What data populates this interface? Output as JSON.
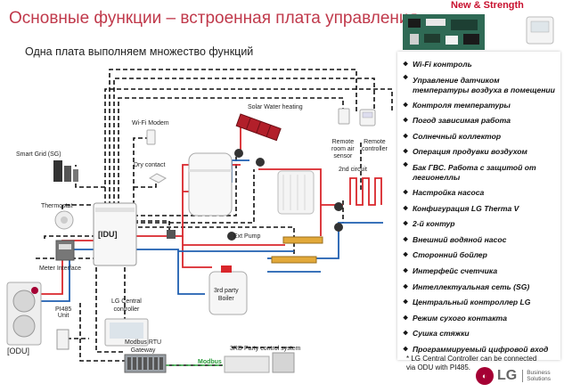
{
  "header": {
    "title": "Основные функции – встроенная плата управления",
    "subtitle": "Одна плата выполняем множество функций",
    "badge": "New & Strength"
  },
  "features": [
    "Wi-Fi контроль",
    "Управление датчиком температуры воздуха в помещении",
    "Контроля температуры",
    "Погод зависимая работа",
    "Солнечный коллектор",
    "Операция продувки воздухом",
    "Бак ГВС. Работа с защитой от легионеллы",
    "Настройка насоса",
    "Конфигурация LG Therma V",
    "2-й контур",
    "Внешний водяной насос",
    "Сторонний бойлер",
    "Интерфейс счетчика",
    "Интеллектуальная сеть (SG)",
    "Центральный контроллер LG",
    "Режим сухого контакта",
    "Сушка стяжки",
    "Программируемый цифровой вход"
  ],
  "note": "* LG Central Controller can be connected via ODU with PI485.",
  "brand": {
    "logo_text": "LG",
    "tagline_line1": "Business",
    "tagline_line2": "Solutions"
  },
  "diagram": {
    "idu": "[IDU]",
    "odu": "[ODU]",
    "wifi_modem": "Wi-Fi Modem",
    "dry_contact": "Dry contact",
    "smart_grid": "Smart Grid (SG)",
    "thermostat": "Thermostat",
    "meter_interface": "Meter Interface",
    "pi485_line1": "PI485",
    "pi485_line2": "Unit",
    "solar_water_heating": "Solar Water heating",
    "remote_room_line1": "Remote",
    "remote_room_line2": "room air",
    "remote_room_line3": "sensor",
    "remote_controller_line1": "Remote",
    "remote_controller_line2": "controller",
    "second_circuit": "2nd circuit",
    "ext_pump": "Ext Pump",
    "boiler_line1": "3rd party",
    "boiler_line2": "Boiler",
    "central_controller_line1": "LG Central",
    "central_controller_line2": "controller",
    "modbus_gateway_line1": "Modbus RTU",
    "modbus_gateway_line2": "Gateway",
    "modbus": "Modbus",
    "third_party_control": "3RD Party control system"
  },
  "colors": {
    "title": "#c0394b",
    "badge": "#c8102e",
    "hot_pipe": "#d9262b",
    "cold_pipe": "#1f5fb0",
    "signal_line": "#111111",
    "modbus": "#2a9d3a",
    "lg_brand": "#a50034"
  }
}
